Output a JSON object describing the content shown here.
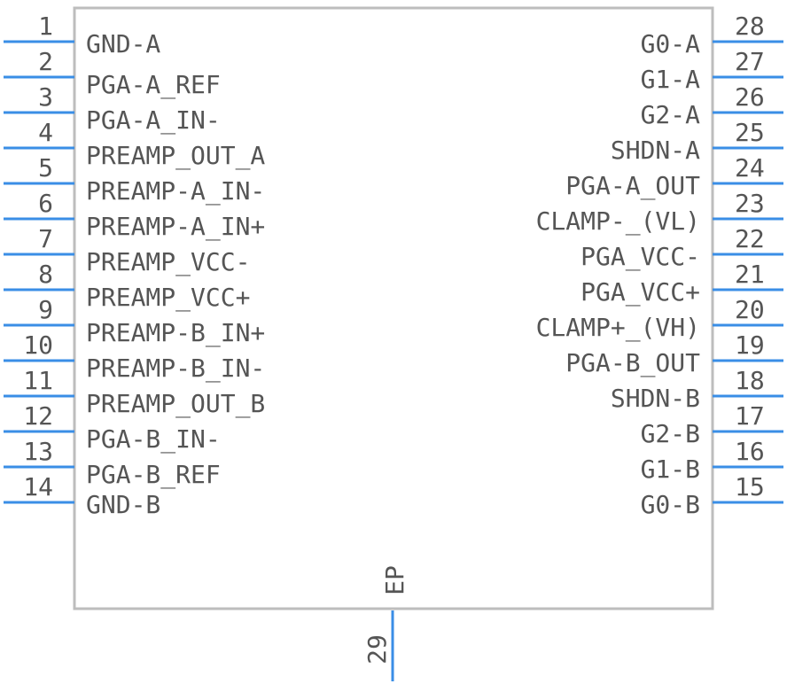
{
  "left_pins": [
    {
      "num": "1",
      "name": "GND-A"
    },
    {
      "num": "2",
      "name": "PGA-A_REF"
    },
    {
      "num": "3",
      "name": "PGA-A_IN-"
    },
    {
      "num": "4",
      "name": "PREAMP_OUT_A"
    },
    {
      "num": "5",
      "name": "PREAMP-A_IN-"
    },
    {
      "num": "6",
      "name": "PREAMP-A_IN+"
    },
    {
      "num": "7",
      "name": "PREAMP_VCC-"
    },
    {
      "num": "8",
      "name": "PREAMP_VCC+"
    },
    {
      "num": "9",
      "name": "PREAMP-B_IN+"
    },
    {
      "num": "10",
      "name": "PREAMP-B_IN-"
    },
    {
      "num": "11",
      "name": "PREAMP_OUT_B"
    },
    {
      "num": "12",
      "name": "PGA-B_IN-"
    },
    {
      "num": "13",
      "name": "PGA-B_REF"
    },
    {
      "num": "14",
      "name": "GND-B"
    }
  ],
  "right_pins": [
    {
      "num": "28",
      "name": "G0-A"
    },
    {
      "num": "27",
      "name": "G1-A"
    },
    {
      "num": "26",
      "name": "G2-A"
    },
    {
      "num": "25",
      "name": "SHDN-A"
    },
    {
      "num": "24",
      "name": "PGA-A_OUT"
    },
    {
      "num": "23",
      "name": "CLAMP-_(VL)"
    },
    {
      "num": "22",
      "name": "PGA_VCC-"
    },
    {
      "num": "21",
      "name": "PGA_VCC+"
    },
    {
      "num": "20",
      "name": "CLAMP+_(VH)"
    },
    {
      "num": "19",
      "name": "PGA-B_OUT"
    },
    {
      "num": "18",
      "name": "SHDN-B"
    },
    {
      "num": "17",
      "name": "G2-B"
    },
    {
      "num": "16",
      "name": "G1-B"
    },
    {
      "num": "15",
      "name": "G0-B"
    }
  ],
  "bottom_pin": {
    "num": "29",
    "name": "EP"
  },
  "colors": {
    "pin": "#3a8ee6",
    "body": "#bdbdbd",
    "text": "#555555"
  }
}
